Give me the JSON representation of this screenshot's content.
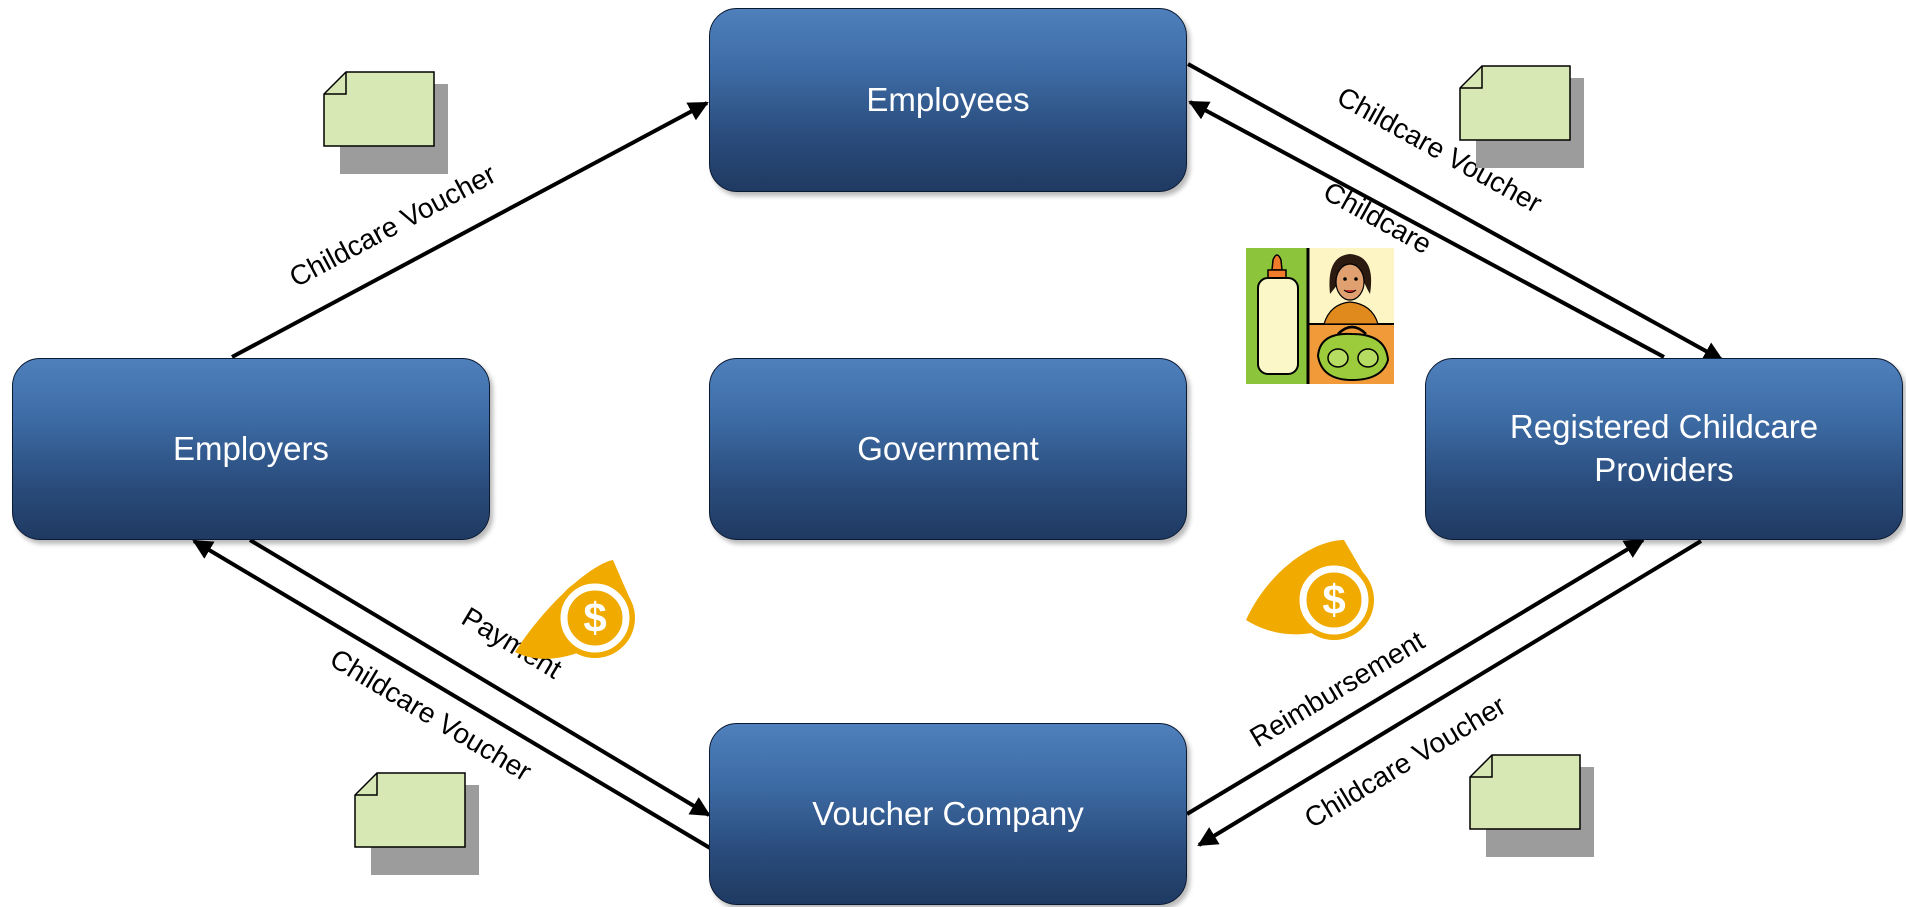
{
  "nodes": {
    "employees": "Employees",
    "employers": "Employers",
    "government": "Government",
    "providers": "Registered Childcare Providers",
    "voucher_company": "Voucher Company"
  },
  "edges": {
    "employers_to_employees": "Childcare Voucher",
    "employees_to_providers": "Childcare Voucher",
    "providers_to_employees": "Childcare",
    "employers_to_voucher_company": "Payment",
    "voucher_company_to_employers": "Childcare Voucher",
    "voucher_company_to_providers": "Reimbursement",
    "providers_to_voucher_company": "Childcare Voucher"
  },
  "icons": [
    "voucher-document-icon",
    "dollar-coin-icon",
    "childcare-clipart-icon"
  ],
  "colors": {
    "node_top": "#4f80bc",
    "node_bottom": "#1f3a62",
    "voucher_fill": "#d8e8b4",
    "coin": "#f0aa00"
  }
}
